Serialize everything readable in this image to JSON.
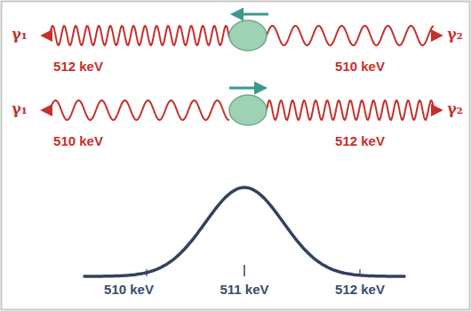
{
  "diagram": {
    "labels": [
      "γ₁",
      "512 keV",
      "510 keV",
      "γ₂",
      "γ₁",
      "510 keV",
      "512 keV",
      "γ₂",
      "510 keV",
      "511 keV",
      "512 keV"
    ]
  }
}
